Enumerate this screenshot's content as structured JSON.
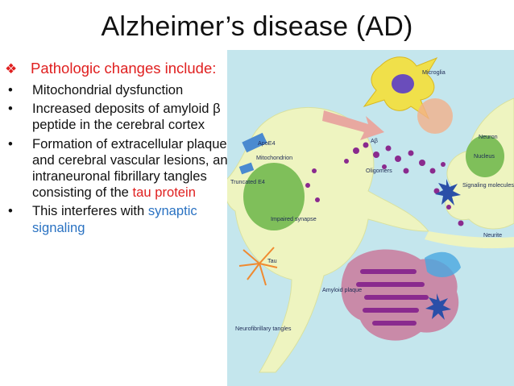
{
  "slide": {
    "title": "Alzheimer’s disease (AD)",
    "lead_marker": "❖",
    "lead": "Pathologic changes include:",
    "bullet_symbol": "•",
    "bullets": [
      {
        "text": "Mitochondrial dysfunction"
      },
      {
        "text": "Increased deposits of amyloid β peptide in the cerebral cortex"
      },
      {
        "text": "Formation of extracellular plaques and cerebral vascular lesions, and intraneuronal fibrillary tangles consisting of the ",
        "highlight": "tau protein"
      },
      {
        "text": "This interferes with ",
        "highlight": "synaptic signaling"
      }
    ]
  },
  "figure": {
    "labels": {
      "microglia": "Microglia",
      "neuron": "Neuron",
      "nucleus_right": "Nucleus",
      "apoe4": "ApoE4",
      "mitochondrion": "Mitochondrion",
      "abeta": "Aβ",
      "oligomers": "Oligomers",
      "truncated_e4": "Truncated E4",
      "impaired_synapse": "Impaired synapse",
      "signaling_molecules": "Signaling molecules",
      "neurite": "Neurite",
      "tau": "Tau",
      "amyloid_plaque": "Amyloid plaque",
      "neurofibrillary_tangles": "Neurofibrillary tangles"
    },
    "colors": {
      "background": "#c4e6ed",
      "neuron": "#eef4c0",
      "nucleus": "#7fbf5a",
      "amyloid": "#8a2a8e",
      "microglia": "#f0e04a",
      "tau": "#f08a30"
    }
  }
}
